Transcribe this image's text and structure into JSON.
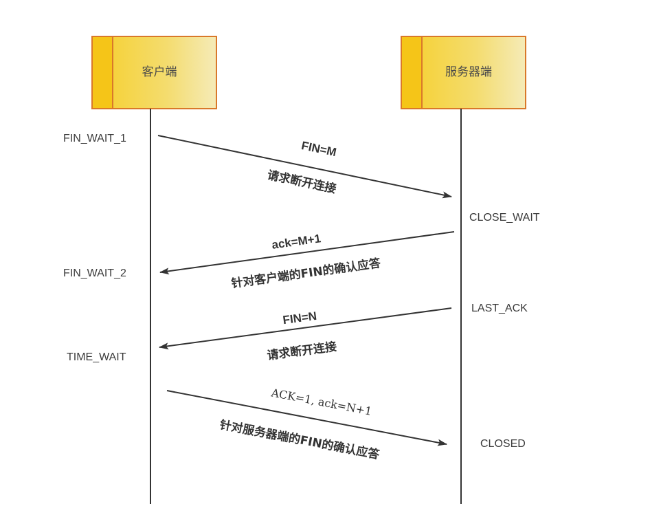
{
  "diagram": {
    "type": "sequence",
    "actors": [
      {
        "id": "client",
        "label": "客户端"
      },
      {
        "id": "server",
        "label": "服务器端"
      }
    ],
    "client_states": [
      "FIN_WAIT_1",
      "FIN_WAIT_2",
      "TIME_WAIT"
    ],
    "server_states": [
      "CLOSE_WAIT",
      "LAST_ACK",
      "CLOSED"
    ],
    "messages": [
      {
        "from": "client",
        "to": "server",
        "label": "FIN=M",
        "desc": "请求断开连接"
      },
      {
        "from": "server",
        "to": "client",
        "label": "ack=M+1",
        "desc": "针对客户端的FIN的确认应答"
      },
      {
        "from": "server",
        "to": "client",
        "label": "FIN=N",
        "desc": "请求断开连接"
      },
      {
        "from": "client",
        "to": "server",
        "label": "ACK=1, ack=N+1",
        "desc": "针对服务器端的FIN的确认应答"
      }
    ],
    "colors": {
      "box_fill_dark": "#f5c518",
      "box_fill_light": "#f6e7a8",
      "box_border": "#d9782a",
      "line": "#333333"
    }
  }
}
